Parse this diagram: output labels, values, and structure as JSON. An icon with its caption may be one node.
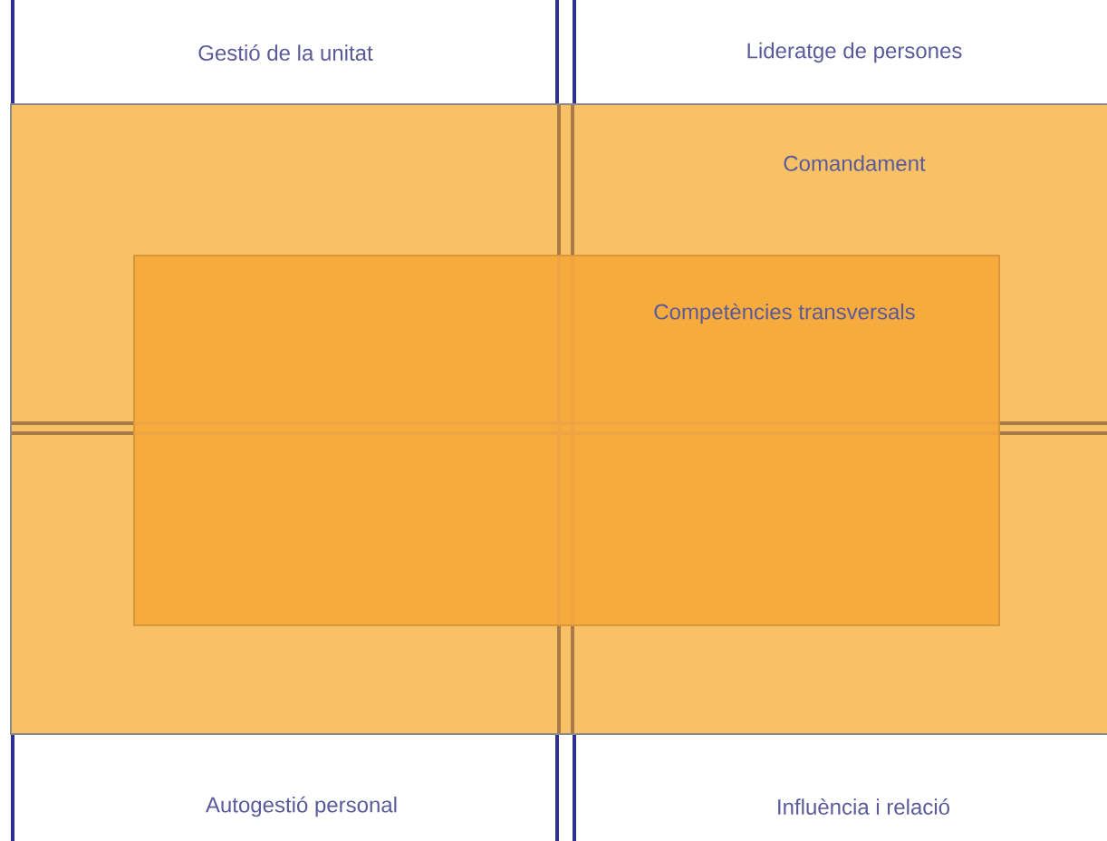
{
  "diagram": {
    "nodes": [
      {
        "text": [
          "Gestió de la unitat"
        ]
      },
      {
        "text": [
          "Lideratge de persones"
        ]
      },
      {
        "text": [
          "Comandament"
        ]
      },
      {
        "text": [
          "Competències transversals"
        ],
        "in": 2
      },
      {
        "text": [
          "Autogestió personal"
        ]
      },
      {
        "text": [
          "Influència i relació"
        ]
      }
    ]
  }
}
